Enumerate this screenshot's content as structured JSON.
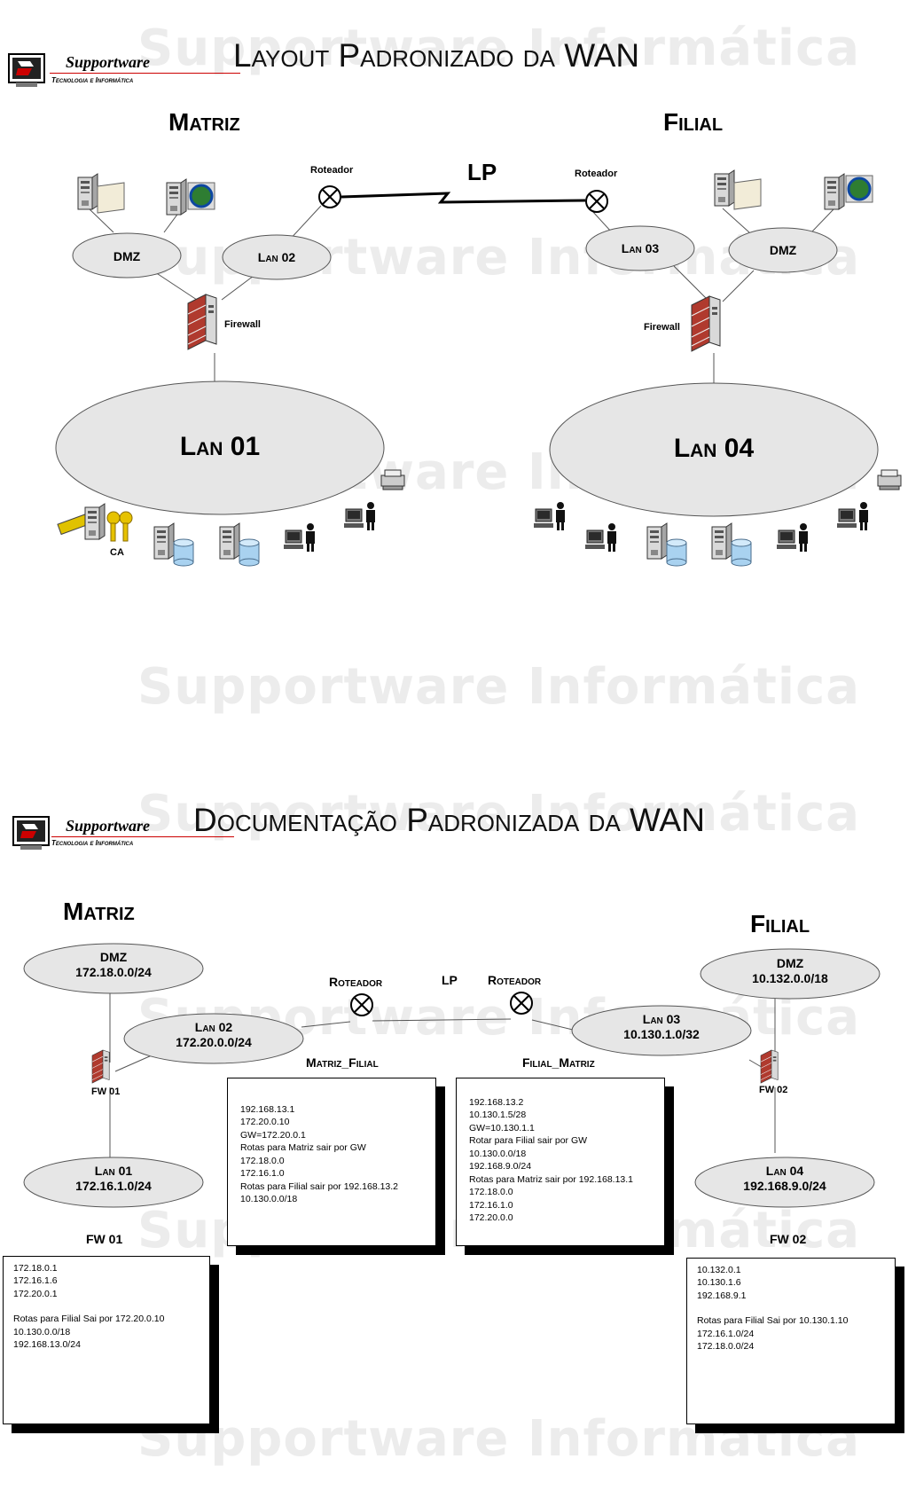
{
  "watermark": "Supportware Informática",
  "logo": {
    "name": "Supportware",
    "tagline": "Tecnologia e Informática"
  },
  "section1": {
    "title": "Layout Padronizado da WAN",
    "matriz": "Matriz",
    "filial": "Filial",
    "lp": "LP",
    "router_left": "Roteador",
    "router_right": "Roteador",
    "dmz_left": "DMZ",
    "dmz_right": "DMZ",
    "lan02": "Lan 02",
    "lan03": "Lan 03",
    "lan01": "Lan 01",
    "lan04": "Lan 04",
    "firewall_left": "Firewall",
    "firewall_right": "Firewall",
    "ca": "CA"
  },
  "section2": {
    "title": "Documentação Padronizada da WAN",
    "matriz": "Matriz",
    "filial": "Filial",
    "lp": "LP",
    "router_left": "Roteador",
    "router_right": "Roteador",
    "dmz_left": {
      "name": "DMZ",
      "net": "172.18.0.0/24"
    },
    "lan02": {
      "name": "Lan 02",
      "net": "172.20.0.0/24"
    },
    "lan01": {
      "name": "Lan 01",
      "net": "172.16.1.0/24"
    },
    "dmz_right": {
      "name": "DMZ",
      "net": "10.132.0.0/18"
    },
    "lan03": {
      "name": "Lan 03",
      "net": "10.130.1.0/32"
    },
    "lan04": {
      "name": "Lan 04",
      "net": "192.168.9.0/24"
    },
    "fw01_label": "FW 01",
    "fw02_label": "FW 02",
    "fw01_title": "FW 01",
    "fw02_title": "FW 02",
    "matriz_filial": {
      "title": "Matriz_Filial",
      "lines": [
        "192.168.13.1",
        "172.20.0.10",
        "GW=172.20.0.1",
        "Rotas para Matriz sair por GW",
        "172.18.0.0",
        "172.16.1.0",
        "Rotas para Filial sair por 192.168.13.2",
        "10.130.0.0/18"
      ]
    },
    "filial_matriz": {
      "title": "Filial_Matriz",
      "lines": [
        "192.168.13.2",
        "10.130.1.5/28",
        "GW=10.130.1.1",
        "Rotar para Filial sair por GW",
        "10.130.0.0/18",
        "192.168.9.0/24",
        "Rotas para Matriz sair por 192.168.13.1",
        "172.18.0.0",
        "172.16.1.0",
        "172.20.0.0"
      ]
    },
    "fw01_box": {
      "lines": [
        "172.18.0.1",
        "172.16.1.6",
        "172.20.0.1",
        "",
        "Rotas para Filial Sai por 172.20.0.10",
        "10.130.0.0/18",
        "192.168.13.0/24"
      ]
    },
    "fw02_box": {
      "lines": [
        "10.132.0.1",
        "10.130.1.6",
        "192.168.9.1",
        "",
        "Rotas para Filial Sai por 10.130.1.10",
        "172.16.1.0/24",
        "172.18.0.0/24"
      ]
    }
  }
}
